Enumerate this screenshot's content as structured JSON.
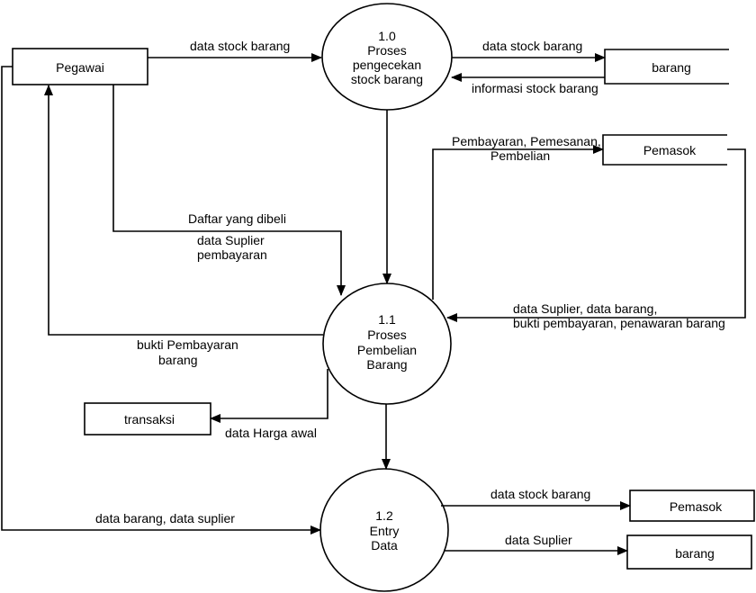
{
  "entities": {
    "pegawai": "Pegawai",
    "transaksi": "transaksi"
  },
  "stores": {
    "barang_top": "barang",
    "pemasok_mid": "Pemasok",
    "pemasok_bottom": "Pemasok",
    "barang_bottom": "barang"
  },
  "processes": {
    "p10": [
      "1.0",
      "Proses",
      "pengecekan",
      "stock barang"
    ],
    "p11": [
      "1.1",
      "Proses",
      "Pembelian",
      "Barang"
    ],
    "p12": [
      "1.2",
      "Entry",
      "Data"
    ]
  },
  "flows": {
    "pegawai_to_p10": "data stock barang",
    "p10_to_barang": "data stock barang",
    "barang_to_p10": "informasi stock barang",
    "p11_to_pemasok": [
      "Pembayaran, Pemesanan,",
      "Pembelian"
    ],
    "pegawai_to_p11": [
      "Daftar yang dibeli",
      "data Suplier",
      "pembayaran"
    ],
    "pemasok_to_p11": [
      "data Suplier, data barang,",
      "bukti pembayaran, penawaran barang"
    ],
    "p11_to_pegawai": [
      "bukti Pembayaran",
      "barang"
    ],
    "p11_to_transaksi": "data Harga awal",
    "pegawai_to_p12": "data barang, data suplier",
    "p12_to_pemasok": "data stock barang",
    "p12_to_barang": "data Suplier"
  }
}
